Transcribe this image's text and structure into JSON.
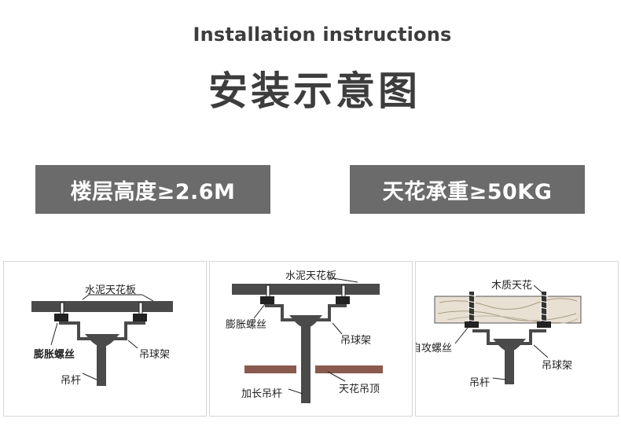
{
  "header": {
    "subtitle": "Installation instructions",
    "title": "安装示意图"
  },
  "badges": {
    "floor_height": "楼层高度≥2.6M",
    "ceiling_load": "天花承重≥50KG"
  },
  "diagrams": {
    "panel1": {
      "ceiling": "水泥天花板",
      "screw": "膨胀螺丝",
      "bracket": "吊球架",
      "rod": "吊杆"
    },
    "panel2": {
      "ceiling": "水泥天花板",
      "screw": "膨胀螺丝",
      "bracket": "吊球架",
      "rod": "加长吊杆",
      "false_ceiling": "天花吊顶"
    },
    "panel3": {
      "ceiling": "木质天花",
      "screw": "自攻螺丝",
      "bracket": "吊球架",
      "rod": "吊杆"
    }
  },
  "colors": {
    "badge_bg": "#6b6b6b",
    "part_fill": "#4a4a4a",
    "false_ceiling": "#8a5a4e",
    "wood": "#e8e0d2"
  }
}
